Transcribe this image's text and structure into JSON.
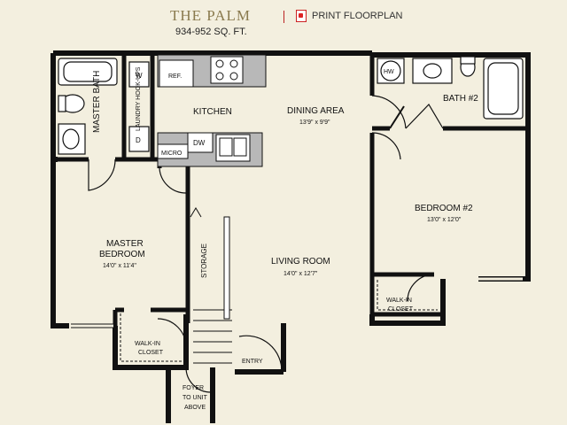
{
  "header": {
    "title": "THE PALM",
    "sqft": "934-952 SQ. FT.",
    "print_label": "PRINT FLOORPLAN",
    "pdf_icon": "pdf-icon"
  },
  "rooms": {
    "master_bath": "MASTER BATH",
    "laundry": "LAUNDRY HOOK-UPS",
    "w": "W",
    "d": "D",
    "ref": "REF.",
    "kitchen": "KITCHEN",
    "dw": "DW",
    "micro": "MICRO",
    "dining": "DINING AREA",
    "dining_size": "13'9\" x 9'9\"",
    "hw": "HW",
    "bath2": "BATH #2",
    "bedroom2": "BEDROOM #2",
    "bedroom2_size": "13'0\" x 12'0\"",
    "master_bed_1": "MASTER",
    "master_bed_2": "BEDROOM",
    "master_bed_size": "14'0\" x 11'4\"",
    "storage": "STORAGE",
    "living": "LIVING ROOM",
    "living_size": "14'0\" x 12'7\"",
    "walkin_1": "WALK-IN",
    "walkin_2": "CLOSET",
    "walkin2_1": "WALK-IN",
    "walkin2_2": "CLOSET",
    "entry": "ENTRY",
    "foyer_1": "FOYER",
    "foyer_2": "TO UNIT",
    "foyer_3": "ABOVE"
  },
  "colors": {
    "background": "#f3efdf",
    "wall": "#111111",
    "title": "#8a7a4e",
    "counter": "#b8b8b8"
  }
}
